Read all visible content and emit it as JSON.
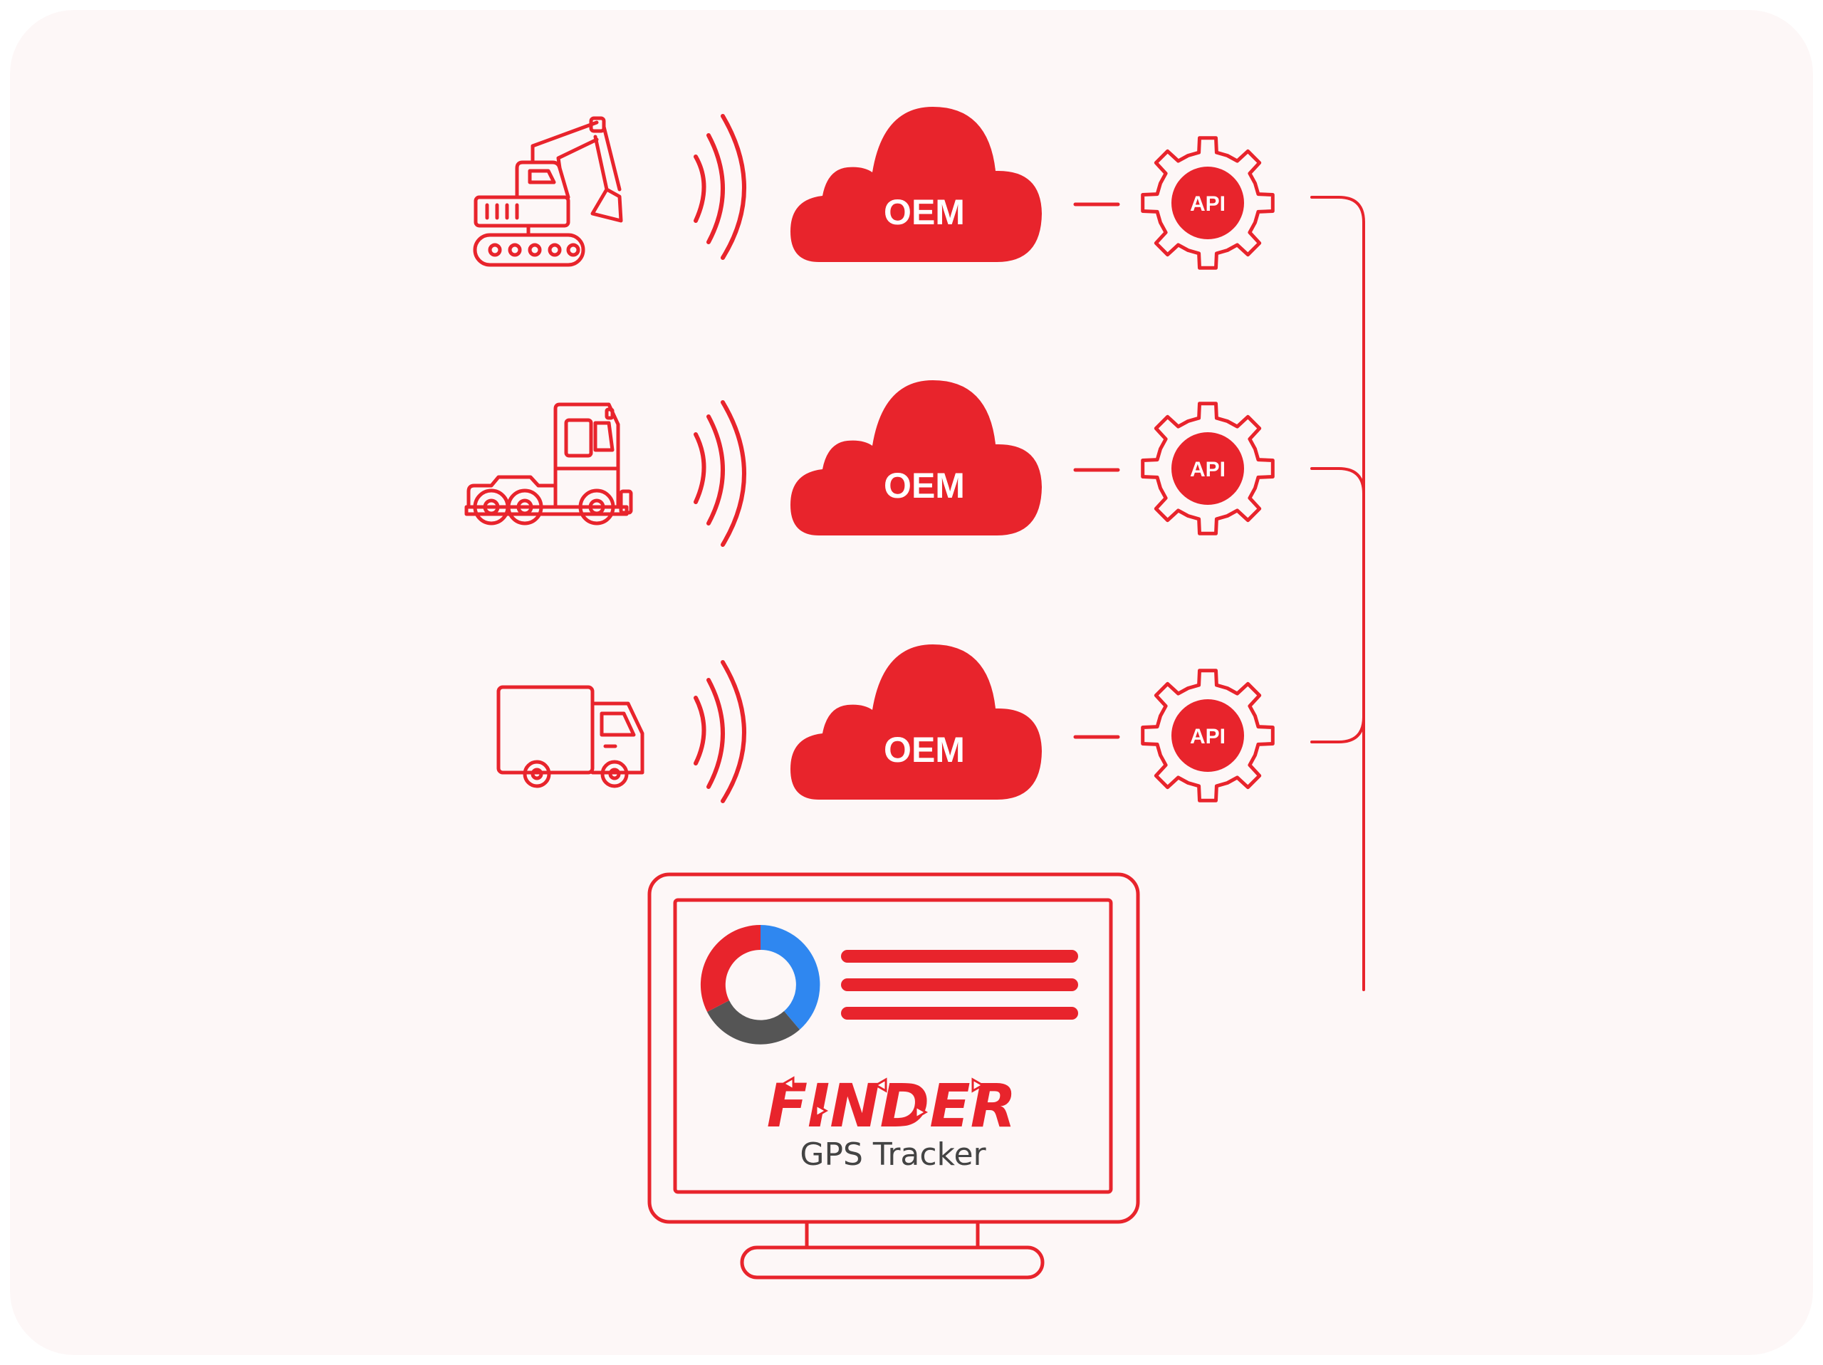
{
  "colors": {
    "accent": "#e8242c",
    "background": "#fdf7f7",
    "frame": "#ffffff",
    "donut_blue": "#2f87f0",
    "donut_gray": "#555555",
    "brand_sub": "#444444"
  },
  "rows": [
    {
      "vehicle_icon": "excavator-icon",
      "cloud_label": "OEM",
      "api_label": "API"
    },
    {
      "vehicle_icon": "semi-truck-icon",
      "cloud_label": "OEM",
      "api_label": "API"
    },
    {
      "vehicle_icon": "delivery-truck-icon",
      "cloud_label": "OEM",
      "api_label": "API"
    }
  ],
  "monitor": {
    "chart_icon": "donut-chart-icon",
    "brand_name": "FINDER",
    "brand_tagline": "GPS Tracker"
  }
}
